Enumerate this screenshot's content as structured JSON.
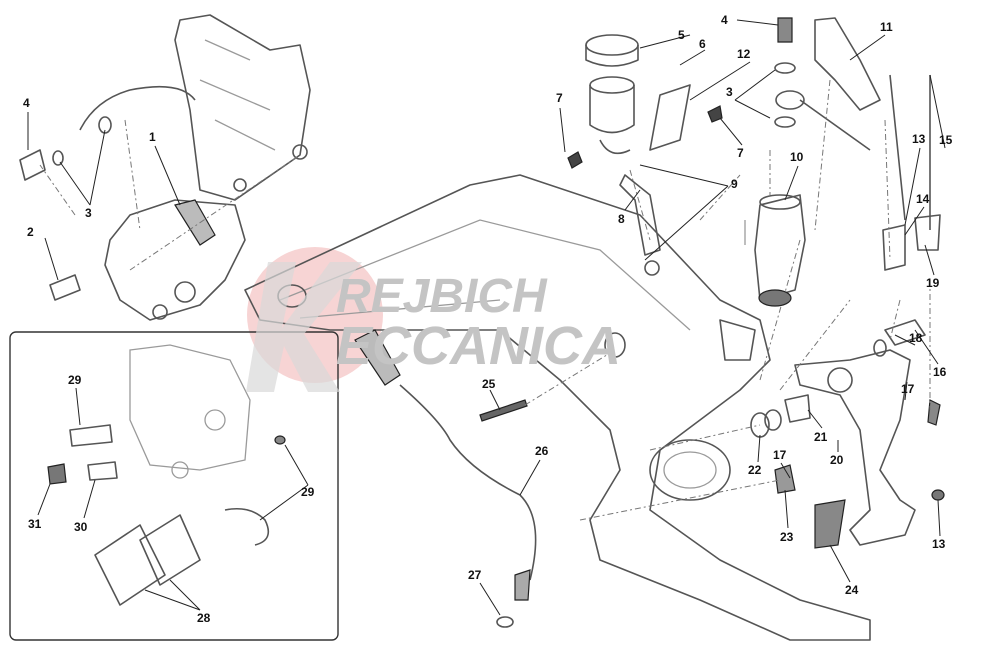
{
  "diagram": {
    "watermark": "KREJBICH MECCANICA",
    "colors": {
      "watermark_circle": "#f2b8b8",
      "watermark_text": "#bdbdbd",
      "line": "#555555"
    },
    "labels": [
      "4",
      "3",
      "1",
      "2",
      "5",
      "6",
      "4",
      "12",
      "11",
      "7",
      "3",
      "7",
      "10",
      "13",
      "15",
      "9",
      "8",
      "14",
      "19",
      "18",
      "16",
      "17",
      "25",
      "21",
      "20",
      "22",
      "17",
      "26",
      "23",
      "24",
      "13",
      "27",
      "29",
      "29",
      "31",
      "30",
      "28"
    ]
  }
}
